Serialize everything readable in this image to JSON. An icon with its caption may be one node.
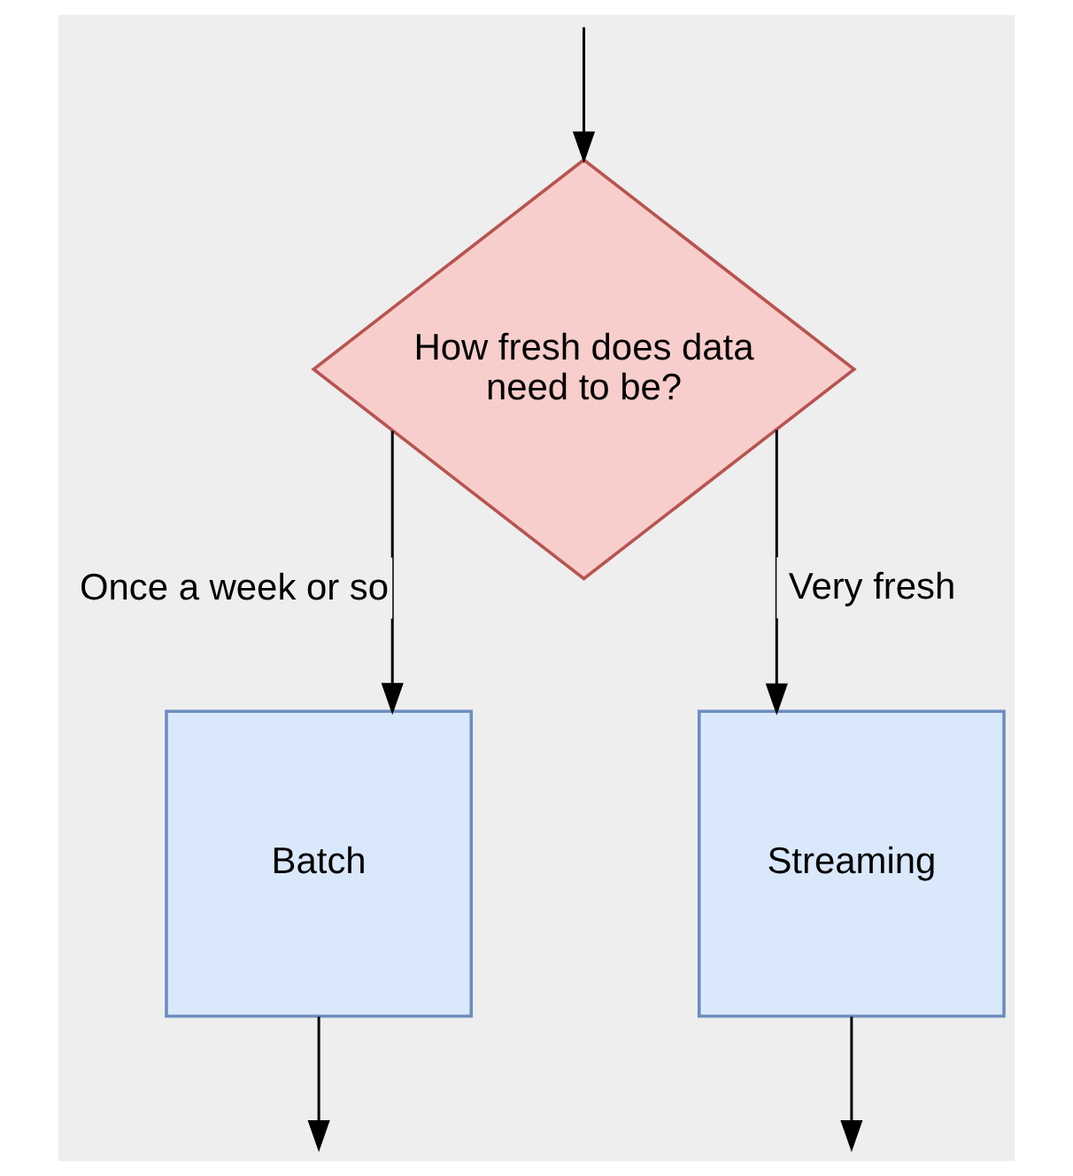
{
  "diagram": {
    "nodes": [
      {
        "text": [
          "How fresh does data need to be?"
        ]
      },
      {
        "text": [
          "Batch"
        ]
      },
      {
        "text": [
          "Streaming"
        ]
      }
    ],
    "edges": [
      {
        "from": null,
        "to": 0,
        "arrow": "to"
      },
      {
        "from": 0,
        "to": 1,
        "label": "Once a week or so",
        "arrow": "to"
      },
      {
        "from": 0,
        "to": 2,
        "label": "Very fresh",
        "arrow": "to"
      },
      {
        "from": 1,
        "to": null,
        "arrow": "to"
      },
      {
        "from": 2,
        "to": null,
        "arrow": "to"
      }
    ]
  }
}
